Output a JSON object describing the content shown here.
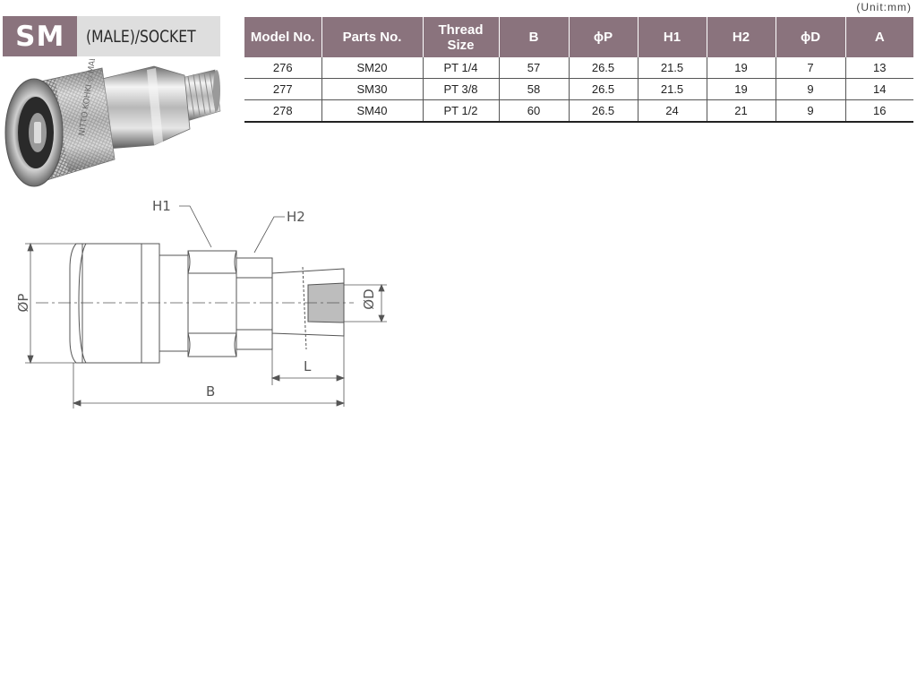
{
  "header": {
    "series_code": "SM",
    "series_type": "(MALE)/SOCKET",
    "unit_note": "(Unit:mm)",
    "brand_colors": {
      "header_bg": "#8a737d",
      "subtitle_bg": "#dedede"
    }
  },
  "table": {
    "columns": [
      "Model No.",
      "Parts No.",
      "Thread Size",
      "B",
      "ϕP",
      "H1",
      "H2",
      "ϕD",
      "A"
    ],
    "rows": [
      [
        "276",
        "SM20",
        "PT 1/4",
        "57",
        "26.5",
        "21.5",
        "19",
        "7",
        "13"
      ],
      [
        "277",
        "SM30",
        "PT 3/8",
        "58",
        "26.5",
        "21.5",
        "19",
        "9",
        "14"
      ],
      [
        "278",
        "SM40",
        "PT 1/2",
        "60",
        "26.5",
        "24",
        "21",
        "9",
        "16"
      ]
    ]
  },
  "photo": {
    "engraving": "NITTO KOHKI ◇ MADE"
  },
  "drawing": {
    "label_h1": "H1",
    "label_h2": "H2",
    "label_p": "ØP",
    "label_d": "ØD",
    "label_l": "L",
    "label_b": "B"
  }
}
